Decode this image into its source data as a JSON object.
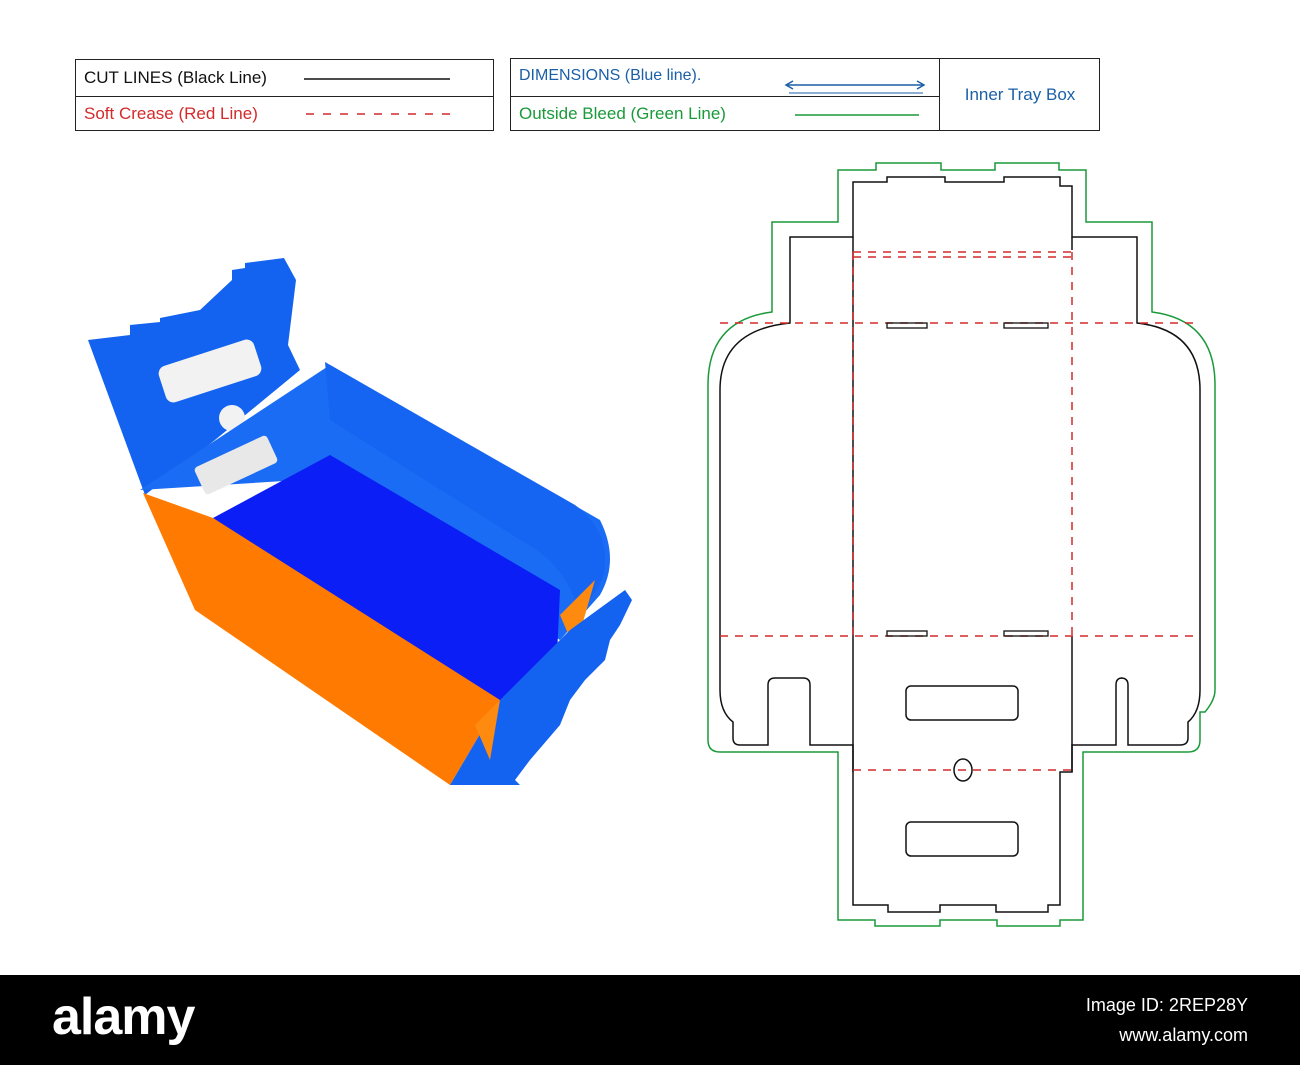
{
  "legend": {
    "cut_lines": "CUT LINES (Black Line)",
    "soft_crease": "Soft Crease (Red Line)",
    "dimensions": "DIMENSIONS (Blue line).",
    "outside_bleed": "Outside Bleed (Green Line)",
    "box_type": "Inner Tray Box"
  },
  "colors": {
    "cut": "#111111",
    "crease": "#d42a2a",
    "dimension": "#1b5fa8",
    "bleed": "#1a9a3a",
    "box_outer": "#1463f0",
    "box_inner_floor": "#0a1ef5",
    "box_side": "#ff7a00"
  },
  "footer": {
    "brand": "alamy",
    "image_id": "Image ID: 2REP28Y",
    "url": "www.alamy.com"
  }
}
